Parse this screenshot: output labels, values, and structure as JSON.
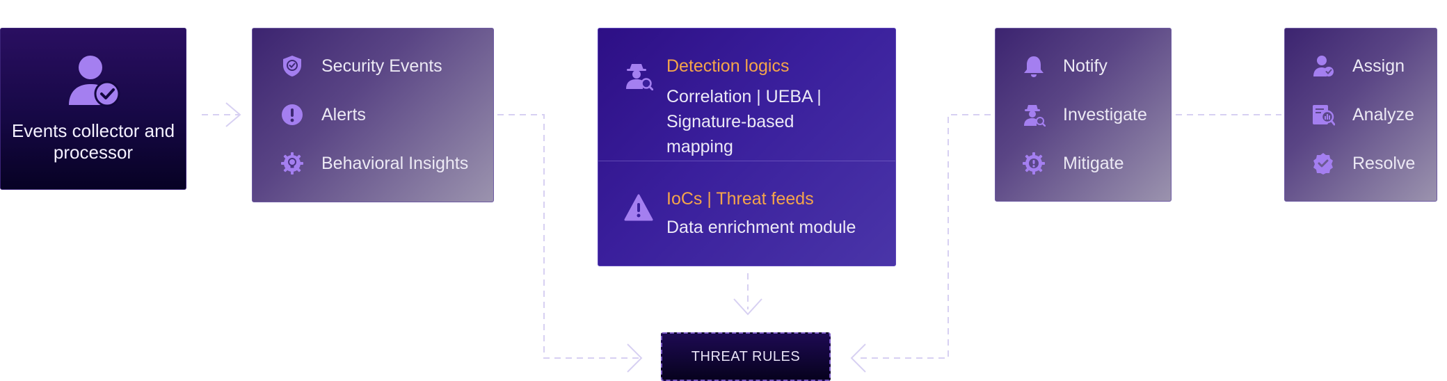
{
  "collector": {
    "icon": "user-check-icon",
    "label": "Events collector and processor"
  },
  "sources": {
    "items": [
      {
        "icon": "shield-check-icon",
        "label": "Security Events"
      },
      {
        "icon": "alert-circle-icon",
        "label": "Alerts"
      },
      {
        "icon": "gear-bulb-icon",
        "label": "Behavioral Insights"
      }
    ]
  },
  "detection": {
    "sections": [
      {
        "icon": "spy-search-icon",
        "title": "Detection logics",
        "lines": [
          "Correlation | UEBA |",
          "Signature-based",
          "mapping"
        ]
      },
      {
        "icon": "warning-triangle-icon",
        "title": "IoCs | Threat feeds",
        "lines": [
          "Data enrichment module"
        ]
      }
    ]
  },
  "notify": {
    "items": [
      {
        "icon": "bell-icon",
        "label": "Notify"
      },
      {
        "icon": "investigator-icon",
        "label": "Investigate"
      },
      {
        "icon": "gear-shield-icon",
        "label": "Mitigate"
      }
    ]
  },
  "assign": {
    "items": [
      {
        "icon": "user-assign-icon",
        "label": "Assign"
      },
      {
        "icon": "report-analyze-icon",
        "label": "Analyze"
      },
      {
        "icon": "badge-check-icon",
        "label": "Resolve"
      }
    ]
  },
  "threat_rules": {
    "label": "THREAT RULES"
  },
  "colors": {
    "accent_orange": "#f5a54a",
    "icon_purple": "#9f7ef0",
    "connector": "#d7d0f2"
  }
}
